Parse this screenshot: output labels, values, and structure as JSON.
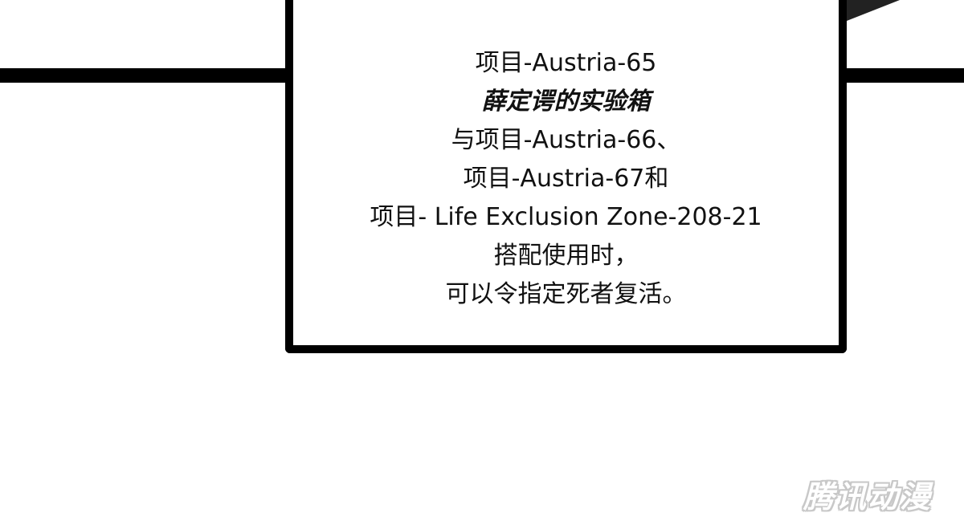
{
  "panel": {
    "lines": [
      "项目-Austria-65",
      "薛定谔的实验箱",
      "与项目-Austria-66、",
      "项目-Austria-67和",
      "项目- Life Exclusion Zone-208-21",
      "搭配使用时，",
      "可以令指定死者复活。"
    ]
  },
  "watermark": {
    "text": "腾讯动漫"
  },
  "colors": {
    "frame": "#000000",
    "background": "#ffffff",
    "watermark_outline": "#c8c8c8"
  }
}
